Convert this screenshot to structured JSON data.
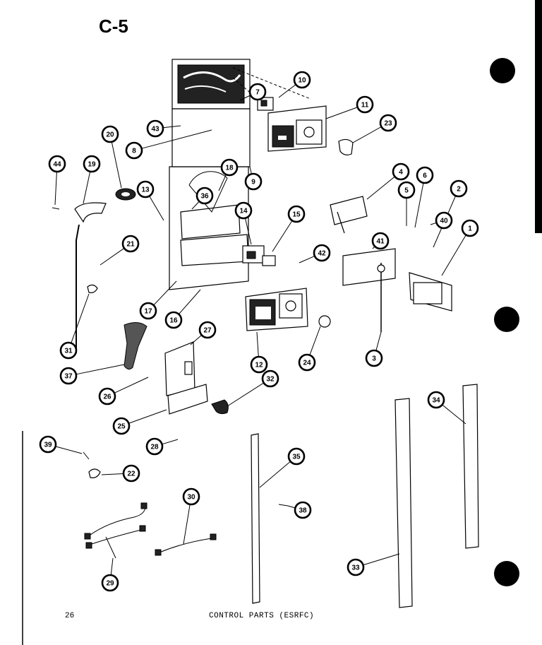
{
  "page": {
    "title": "C-5",
    "number": "26",
    "caption": "CONTROL PARTS (ESRFC)"
  },
  "callouts": [
    "1",
    "2",
    "3",
    "4",
    "5",
    "6",
    "7",
    "8",
    "9",
    "10",
    "11",
    "12",
    "13",
    "14",
    "15",
    "16",
    "17",
    "18",
    "19",
    "20",
    "21",
    "22",
    "23",
    "24",
    "25",
    "26",
    "27",
    "28",
    "29",
    "30",
    "31",
    "32",
    "33",
    "34",
    "35",
    "36",
    "37",
    "38",
    "39",
    "40",
    "41",
    "42",
    "43",
    "44"
  ]
}
